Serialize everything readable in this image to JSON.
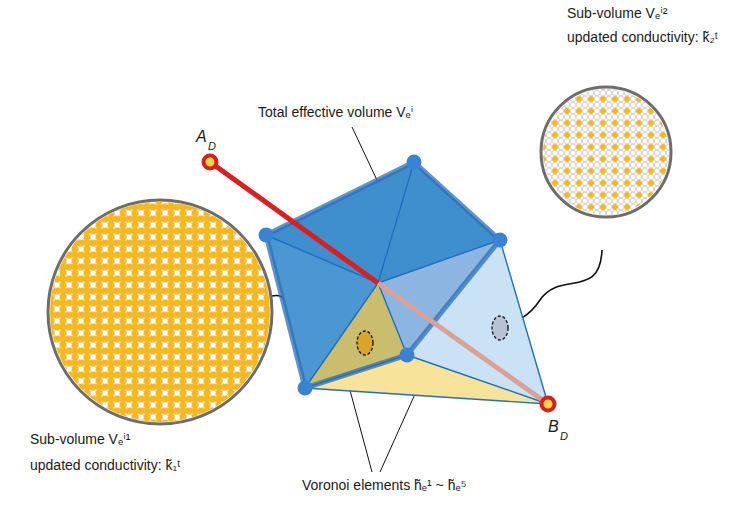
{
  "diagram": {
    "labels": [
      "Sub-volume Vₑⁱ²",
      "updated conductivity: k̃₂ᵗ",
      "Total effective volume Vₑⁱ",
      "A",
      "D",
      "B",
      "D",
      "Sub-volume Vₑⁱ¹",
      "updated conductivity: k̃₁ᵗ",
      "Voronoi elements h̃ₑ¹ ~ h̃ₑ⁵"
    ]
  }
}
